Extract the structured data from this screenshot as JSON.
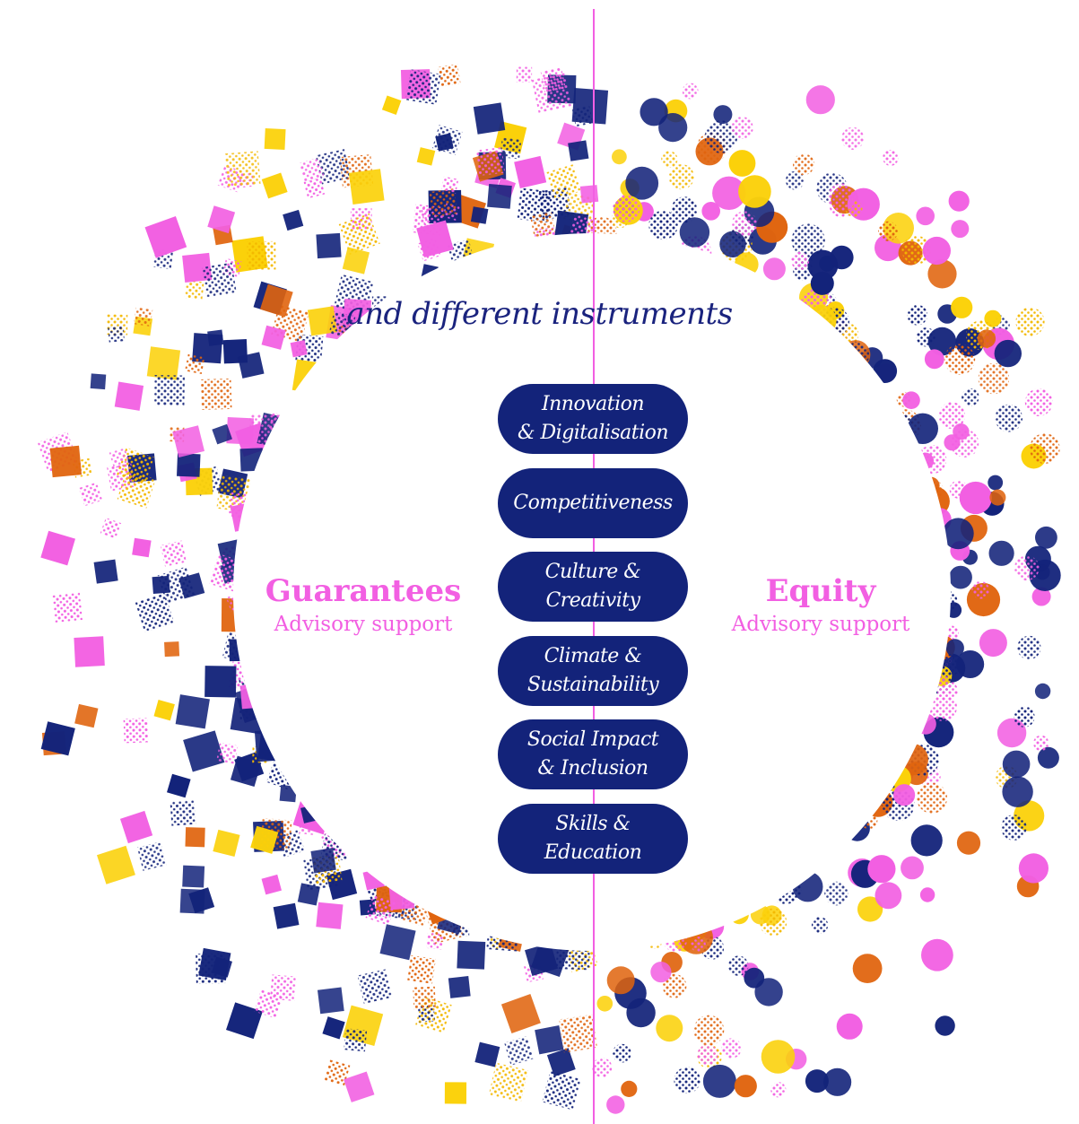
{
  "heading": "and different instruments",
  "left": {
    "title": "Guarantees",
    "subtitle": "Advisory support"
  },
  "right": {
    "title": "Equity",
    "subtitle": "Advisory support"
  },
  "themes": [
    {
      "line1": "Innovation",
      "line2": "& Digitalisation"
    },
    {
      "line1": "Competitiveness",
      "line2": ""
    },
    {
      "line1": "Culture &",
      "line2": "Creativity"
    },
    {
      "line1": "Climate &",
      "line2": "Sustainability"
    },
    {
      "line1": "Social Impact",
      "line2": "& Inclusion"
    },
    {
      "line1": "Skills &",
      "line2": "Education"
    }
  ],
  "colors": {
    "navy": "#13237a",
    "pink": "#f25fe2",
    "orange": "#e0640e",
    "yellow": "#fbd10a",
    "divider": "#f25fe2"
  }
}
